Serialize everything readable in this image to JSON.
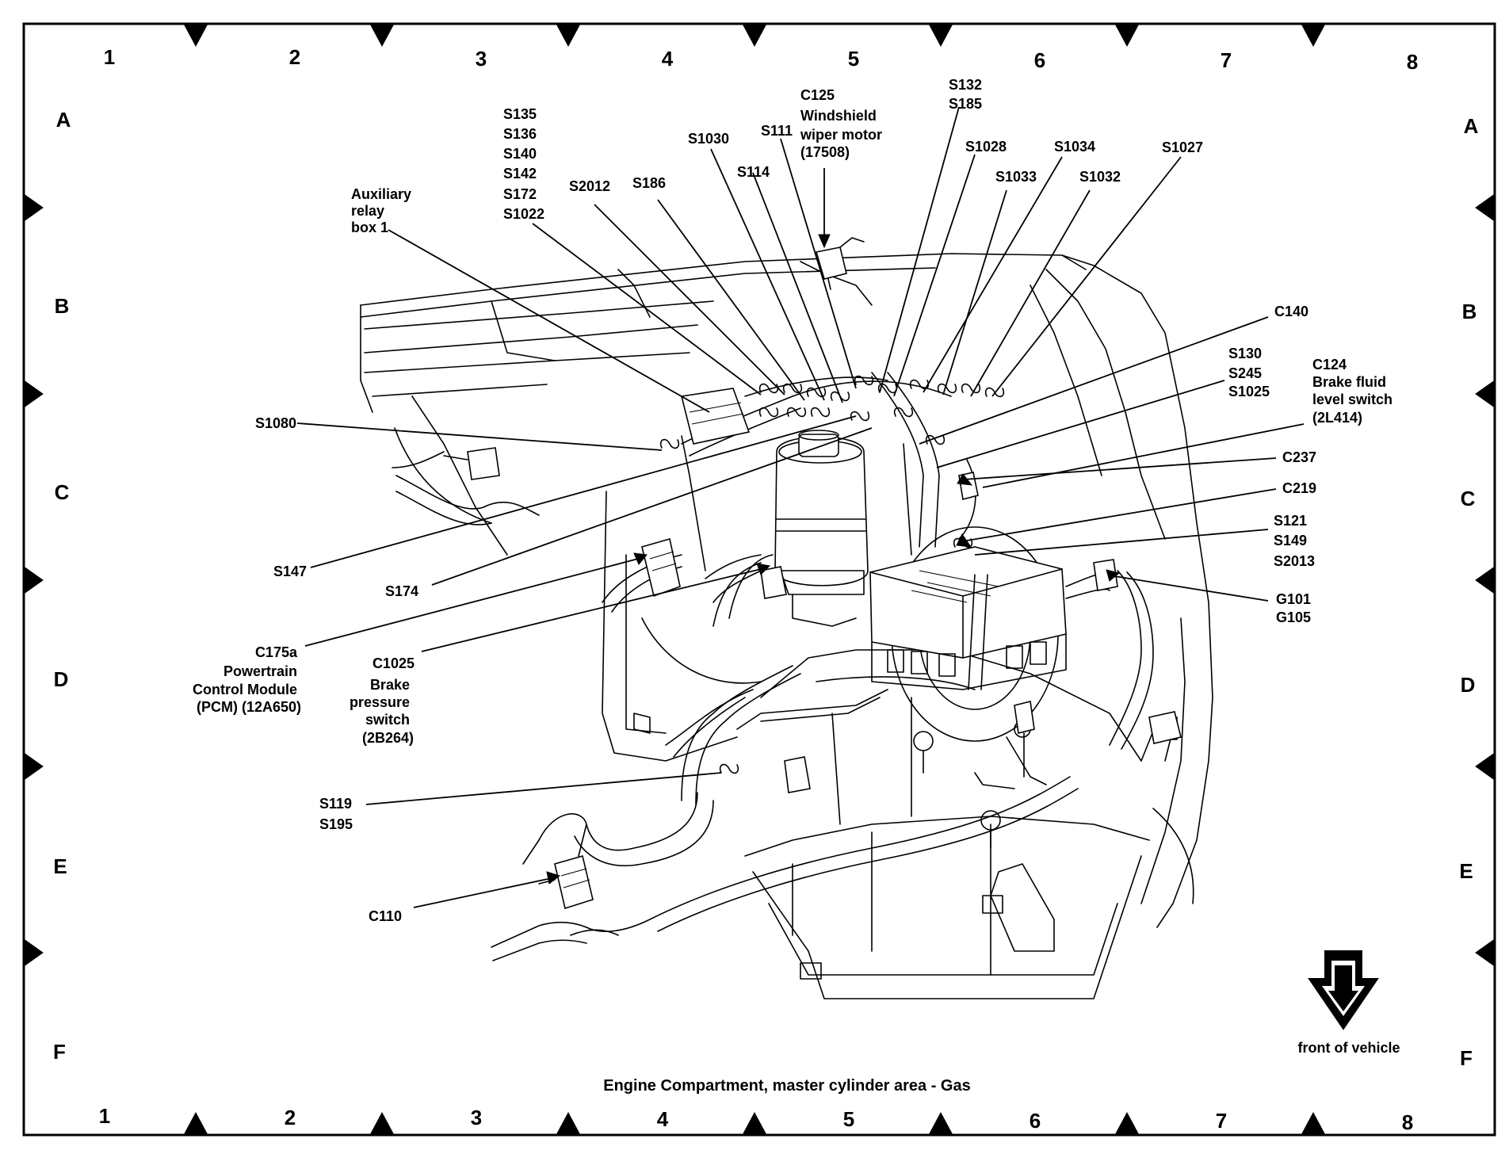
{
  "title": "Engine Compartment, master cylinder area - Gas",
  "grid": {
    "columns": [
      "1",
      "2",
      "3",
      "4",
      "5",
      "6",
      "7",
      "8"
    ],
    "rows": [
      "A",
      "B",
      "C",
      "D",
      "E",
      "F"
    ]
  },
  "orientation_note": "front of vehicle",
  "labels": [
    {
      "id": "aux-relay-box",
      "lines": [
        "Auxiliary",
        "relay",
        "box 1"
      ]
    },
    {
      "id": "s135-group",
      "lines": [
        "S135",
        "S136",
        "S140",
        "S142",
        "S172",
        "S1022"
      ]
    },
    {
      "id": "s2012",
      "lines": [
        "S2012"
      ]
    },
    {
      "id": "s186",
      "lines": [
        "S186"
      ]
    },
    {
      "id": "s1030",
      "lines": [
        "S1030"
      ]
    },
    {
      "id": "s114",
      "lines": [
        "S114"
      ]
    },
    {
      "id": "s111",
      "lines": [
        "S111"
      ]
    },
    {
      "id": "c125",
      "lines": [
        "C125",
        "Windshield",
        "wiper motor",
        "(17508)"
      ]
    },
    {
      "id": "s132-group",
      "lines": [
        "S132",
        "S185"
      ]
    },
    {
      "id": "s1028",
      "lines": [
        "S1028"
      ]
    },
    {
      "id": "s1034",
      "lines": [
        "S1034"
      ]
    },
    {
      "id": "s1027",
      "lines": [
        "S1027"
      ]
    },
    {
      "id": "s1033",
      "lines": [
        "S1033"
      ]
    },
    {
      "id": "s1032",
      "lines": [
        "S1032"
      ]
    },
    {
      "id": "c140",
      "lines": [
        "C140"
      ]
    },
    {
      "id": "s130-group",
      "lines": [
        "S130",
        "S245",
        "S1025"
      ]
    },
    {
      "id": "c124",
      "lines": [
        "C124",
        "Brake fluid",
        "level switch",
        "(2L414)"
      ]
    },
    {
      "id": "c237",
      "lines": [
        "C237"
      ]
    },
    {
      "id": "c219",
      "lines": [
        "C219"
      ]
    },
    {
      "id": "s121-group",
      "lines": [
        "S121",
        "S149",
        "S2013"
      ]
    },
    {
      "id": "g101-group",
      "lines": [
        "G101",
        "G105"
      ]
    },
    {
      "id": "s1080",
      "lines": [
        "S1080"
      ]
    },
    {
      "id": "s147",
      "lines": [
        "S147"
      ]
    },
    {
      "id": "s174",
      "lines": [
        "S174"
      ]
    },
    {
      "id": "c175a",
      "lines": [
        "C175a",
        "Powertrain",
        "Control Module",
        "(PCM) (12A650)"
      ]
    },
    {
      "id": "c1025",
      "lines": [
        "C1025",
        "Brake",
        "pressure",
        "switch",
        "(2B264)"
      ]
    },
    {
      "id": "s119-group",
      "lines": [
        "S119",
        "S195"
      ]
    },
    {
      "id": "c110",
      "lines": [
        "C110"
      ]
    }
  ]
}
